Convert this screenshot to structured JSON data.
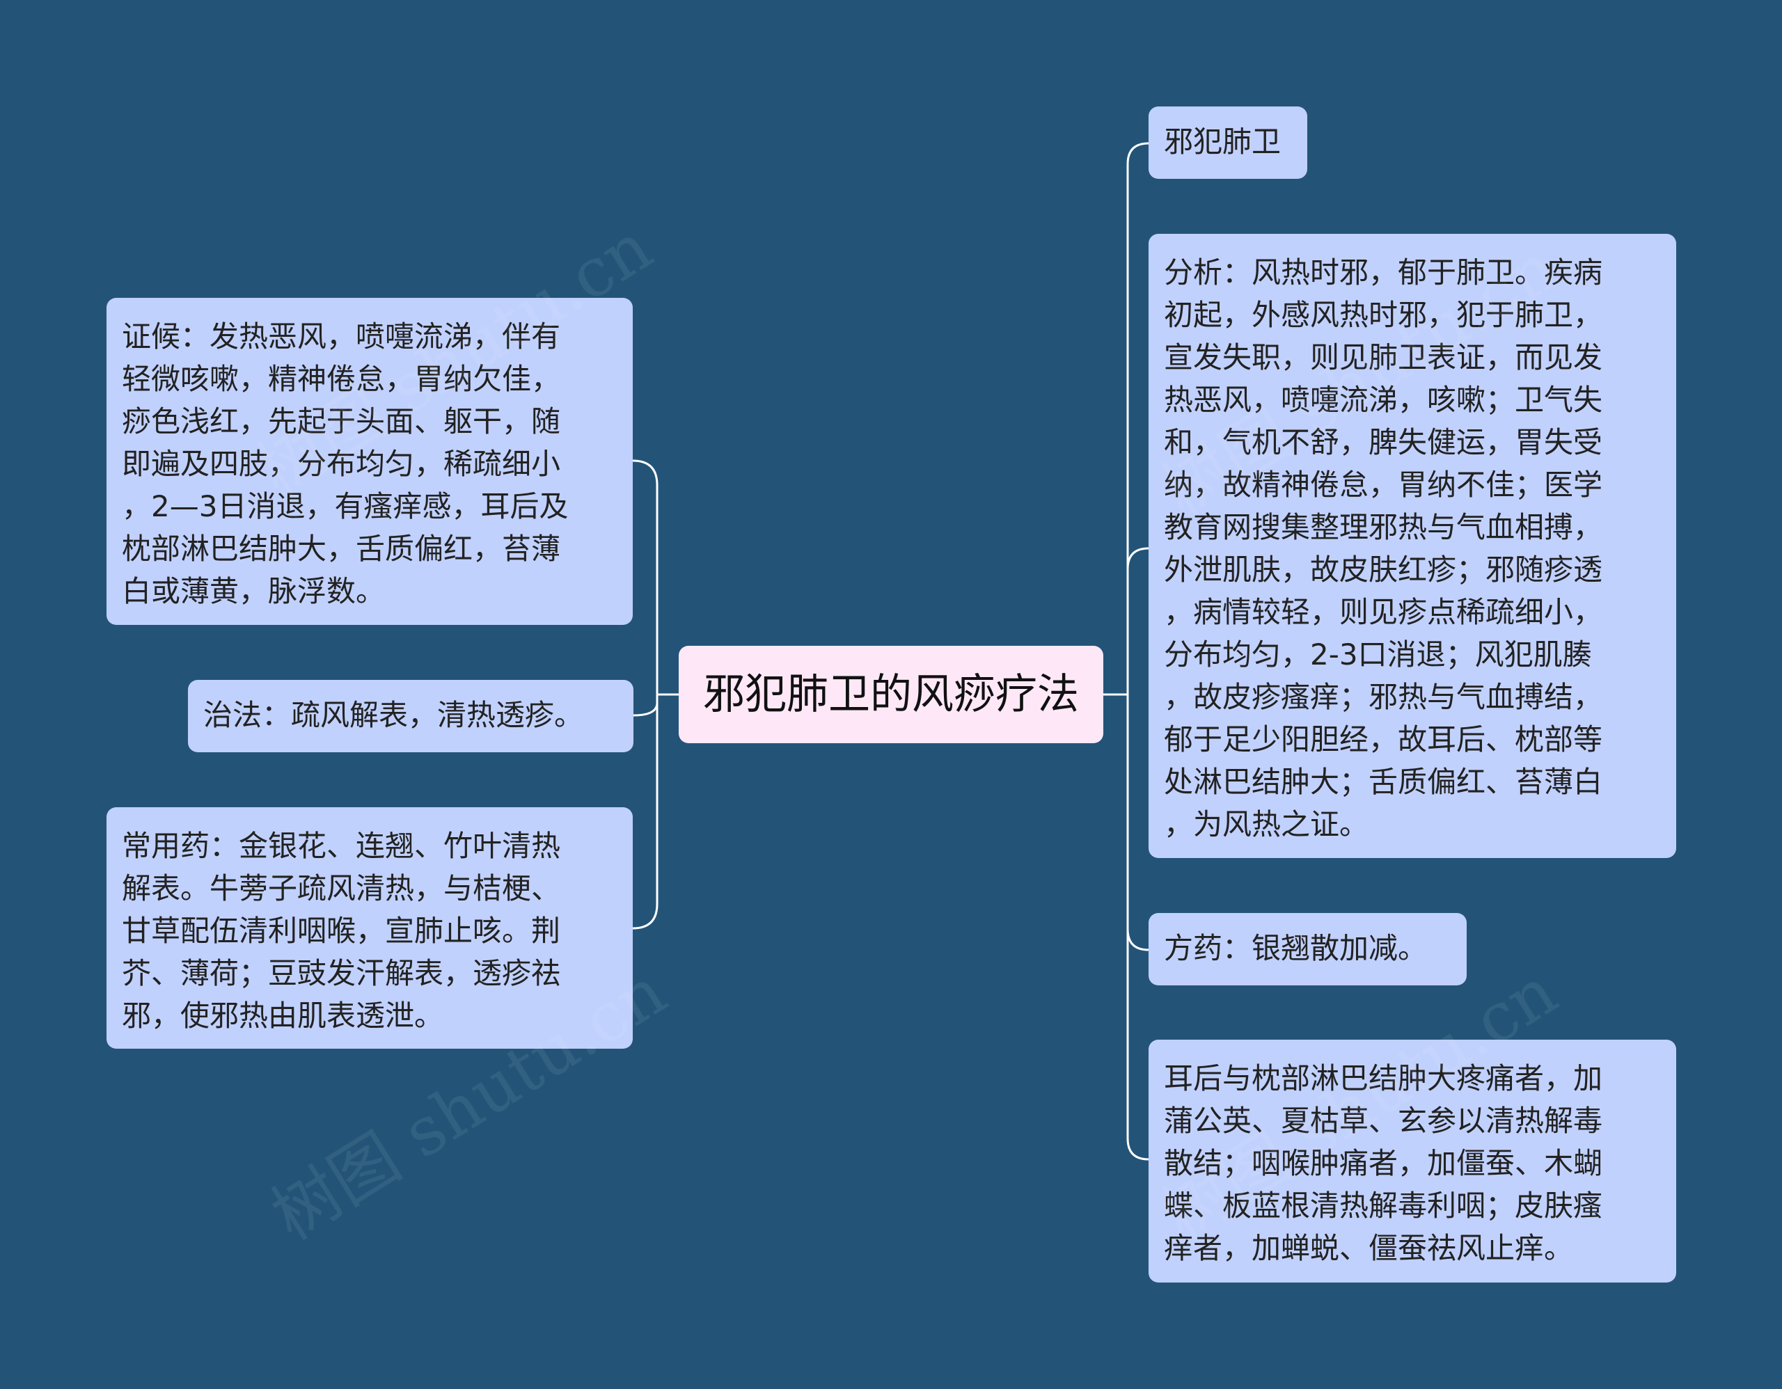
{
  "central_topic": "邪犯肺卫的风痧疗法",
  "left_branches": [
    "证候：发热恶风，喷嚏流涕，伴有\n轻微咳嗽，精神倦怠，胃纳欠佳，\n痧色浅红，先起于头面、躯干，随\n即遍及四肢，分布均匀，稀疏细小\n，2—3日消退，有瘙痒感，耳后及\n枕部淋巴结肿大，舌质偏红，苔薄\n白或薄黄，脉浮数。",
    "治法：疏风解表，清热透疹。",
    "常用药：金银花、连翘、竹叶清热\n解表。牛蒡子疏风清热，与桔梗、\n甘草配伍清利咽喉，宣肺止咳。荆\n芥、薄荷；豆豉发汗解表，透疹祛\n邪，使邪热由肌表透泄。"
  ],
  "right_branches": [
    "邪犯肺卫",
    "分析：风热时邪，郁于肺卫。疾病\n初起，外感风热时邪，犯于肺卫，\n宣发失职，则见肺卫表证，而见发\n热恶风，喷嚏流涕，咳嗽；卫气失\n和，气机不舒，脾失健运，胃失受\n纳，故精神倦怠，胃纳不佳；医学\n教育网搜集整理邪热与气血相搏，\n外泄肌肤，故皮肤红疹；邪随疹透\n，病情较轻，则见疹点稀疏细小，\n分布均匀，2-3口消退；风犯肌腠\n，故皮疹瘙痒；邪热与气血搏结，\n郁于足少阳胆经，故耳后、枕部等\n处淋巴结肿大；舌质偏红、苔薄白\n，为风热之证。",
    "方药：银翘散加减。",
    "耳后与枕部淋巴结肿大疼痛者，加\n蒲公英、夏枯草、玄参以清热解毒\n散结；咽喉肿痛者，加僵蚕、木蝴\n蝶、板蓝根清热解毒利咽；皮肤瘙\n痒者，加蝉蜕、僵蚕祛风止痒。"
  ],
  "watermark": "树图 shutu.cn",
  "colors": {
    "background": "#235478",
    "node_fill": "#c1d1fd",
    "root_fill": "#fee8f8",
    "connector": "#ffffff"
  }
}
